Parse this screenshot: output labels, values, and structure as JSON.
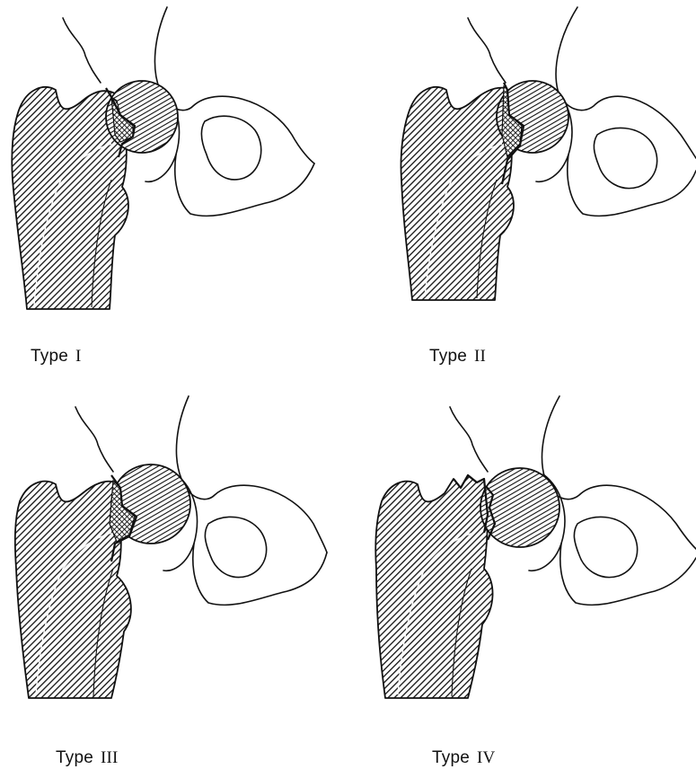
{
  "figure": {
    "panels": [
      {
        "id": "type-1",
        "label_word": "Type",
        "label_numeral": "I"
      },
      {
        "id": "type-2",
        "label_word": "Type",
        "label_numeral": "II"
      },
      {
        "id": "type-3",
        "label_word": "Type",
        "label_numeral": "III"
      },
      {
        "id": "type-4",
        "label_word": "Type",
        "label_numeral": "IV"
      }
    ]
  }
}
